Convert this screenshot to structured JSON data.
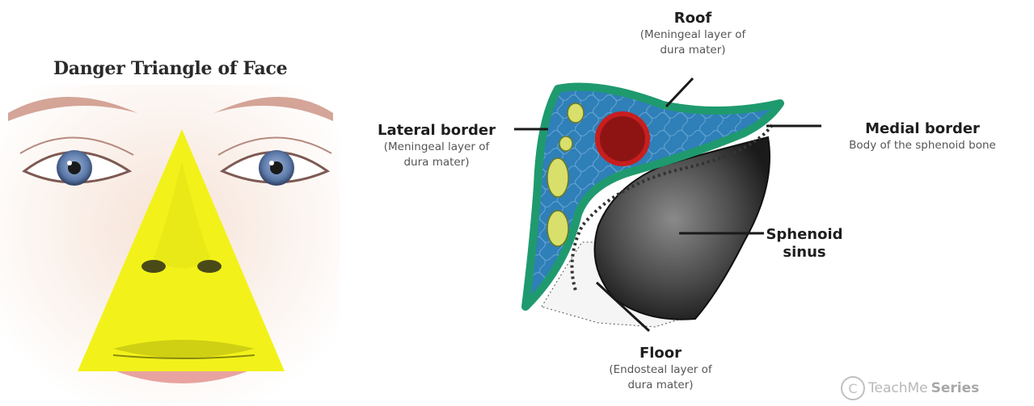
{
  "face": {
    "title": "Danger Triangle of Face"
  },
  "labels": {
    "roof": {
      "title": "Roof",
      "detail": [
        "(Meningeal layer of",
        "dura mater)"
      ]
    },
    "lateral": {
      "title": "Lateral border",
      "detail": [
        "(Meningeal layer of",
        "dura mater)"
      ]
    },
    "medial": {
      "title": "Medial border",
      "detail": [
        "Body of the sphenoid bone"
      ]
    },
    "sinus": {
      "title": [
        "Sphenoid",
        "sinus"
      ]
    },
    "floor": {
      "title": "Floor",
      "detail": [
        "(Endosteal layer of",
        "dura mater)"
      ]
    }
  },
  "logo": {
    "icon": "copyright-c-icon",
    "text_light": "TeachMe",
    "text_bold": "Series"
  },
  "colors": {
    "triangle": "#f2f21a",
    "dura": "#1f9a6e",
    "sinus_blue": "#2f7fb8",
    "artery": "#8e1414",
    "nerve": "#d8df6b",
    "bone": "#3a3a3a"
  }
}
